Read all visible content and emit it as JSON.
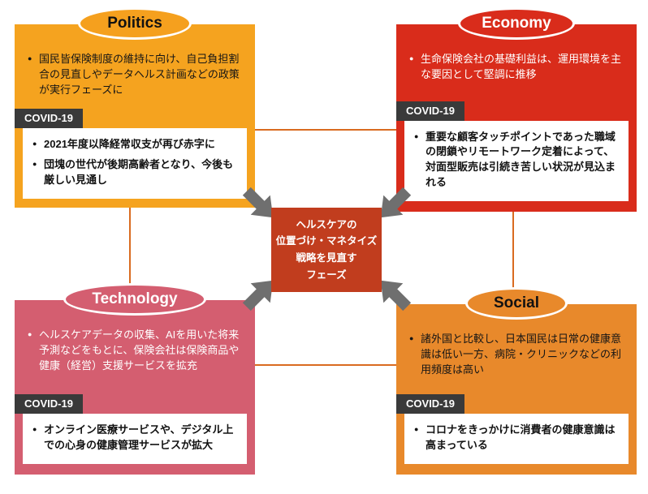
{
  "center": {
    "line1": "ヘルスケアの",
    "line2": "位置づけ・マネタイズ",
    "line3": "戦略を見直す",
    "line4": "フェーズ"
  },
  "quadrants": {
    "politics": {
      "title": "Politics",
      "bullet": "国民皆保険制度の維持に向け、自己負担割合の見直しやデータヘルス計画などの政策が実行フェーズに",
      "covid_label": "COVID-19",
      "covid_bullets": [
        "2021年度以降経常収支が再び赤字に",
        "団塊の世代が後期高齢者となり、今後も厳しい見通し"
      ]
    },
    "economy": {
      "title": "Economy",
      "bullet": "生命保険会社の基礎利益は、運用環境を主な要因として堅調に推移",
      "covid_label": "COVID-19",
      "covid_bullets": [
        "重要な顧客タッチポイントであった職域の閉鎖やリモートワーク定着によって、対面型販売は引続き苦しい状況が見込まれる"
      ]
    },
    "technology": {
      "title": "Technology",
      "bullet": "ヘルスケアデータの収集、AIを用いた将来予測などをもとに、保険会社は保険商品や健康（経営）支援サービスを拡充",
      "covid_label": "COVID-19",
      "covid_bullets": [
        "オンライン医療サービスや、デジタル上での心身の健康管理サービスが拡大"
      ]
    },
    "social": {
      "title": "Social",
      "bullet": "諸外国と比較し、日本国民は日常の健康意識は低い一方、病院・クリニックなどの利用頻度は高い",
      "covid_label": "COVID-19",
      "covid_bullets": [
        "コロナをきっかけに消費者の健康意識は高まっている"
      ]
    }
  },
  "colors": {
    "politics_bg": "#F5A31F",
    "economy_bg": "#D92C1B",
    "technology_bg": "#D45E70",
    "social_bg": "#E8892B",
    "center_bg": "#C13D1E",
    "covid_tag_bg": "#3A3A3A",
    "arrow": "#6F6F6F",
    "connector_line": "#D96B20"
  }
}
